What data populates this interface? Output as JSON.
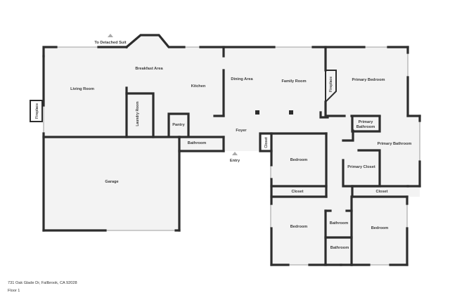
{
  "rooms": {
    "living_room": "Living Room",
    "breakfast_area": "Breakfast Area",
    "kitchen": "Kitchen",
    "dining_area": "Dining Area",
    "family_room": "Family Room",
    "primary_bedroom": "Primary Bedroom",
    "fireplace_left": "Fireplace",
    "fireplace_right": "Fireplace",
    "laundry_room": "Laundry Room",
    "pantry": "Pantry",
    "foyer": "Foyer",
    "bathroom_hall": "Bathroom",
    "garage": "Garage",
    "entry": "Entry",
    "closet_foyer": "Closet",
    "bedroom_mid": "Bedroom",
    "closet_mid": "Closet",
    "primary_bathroom_small": "Primary Bathroom",
    "primary_bathroom": "Primary Bathroom",
    "primary_closet": "Primary Closet",
    "closet_right": "Closet",
    "bedroom_lower_left": "Bedroom",
    "bathroom_lower_1": "Bathroom",
    "bathroom_lower_2": "Bathroom",
    "bedroom_lower_right": "Bedroom"
  },
  "annotations": {
    "detached_suit": "To Detached Suit"
  },
  "caption": {
    "address": "731 Oak Glade Dr, Fallbrook, CA 92028",
    "floor": "Floor 1"
  }
}
